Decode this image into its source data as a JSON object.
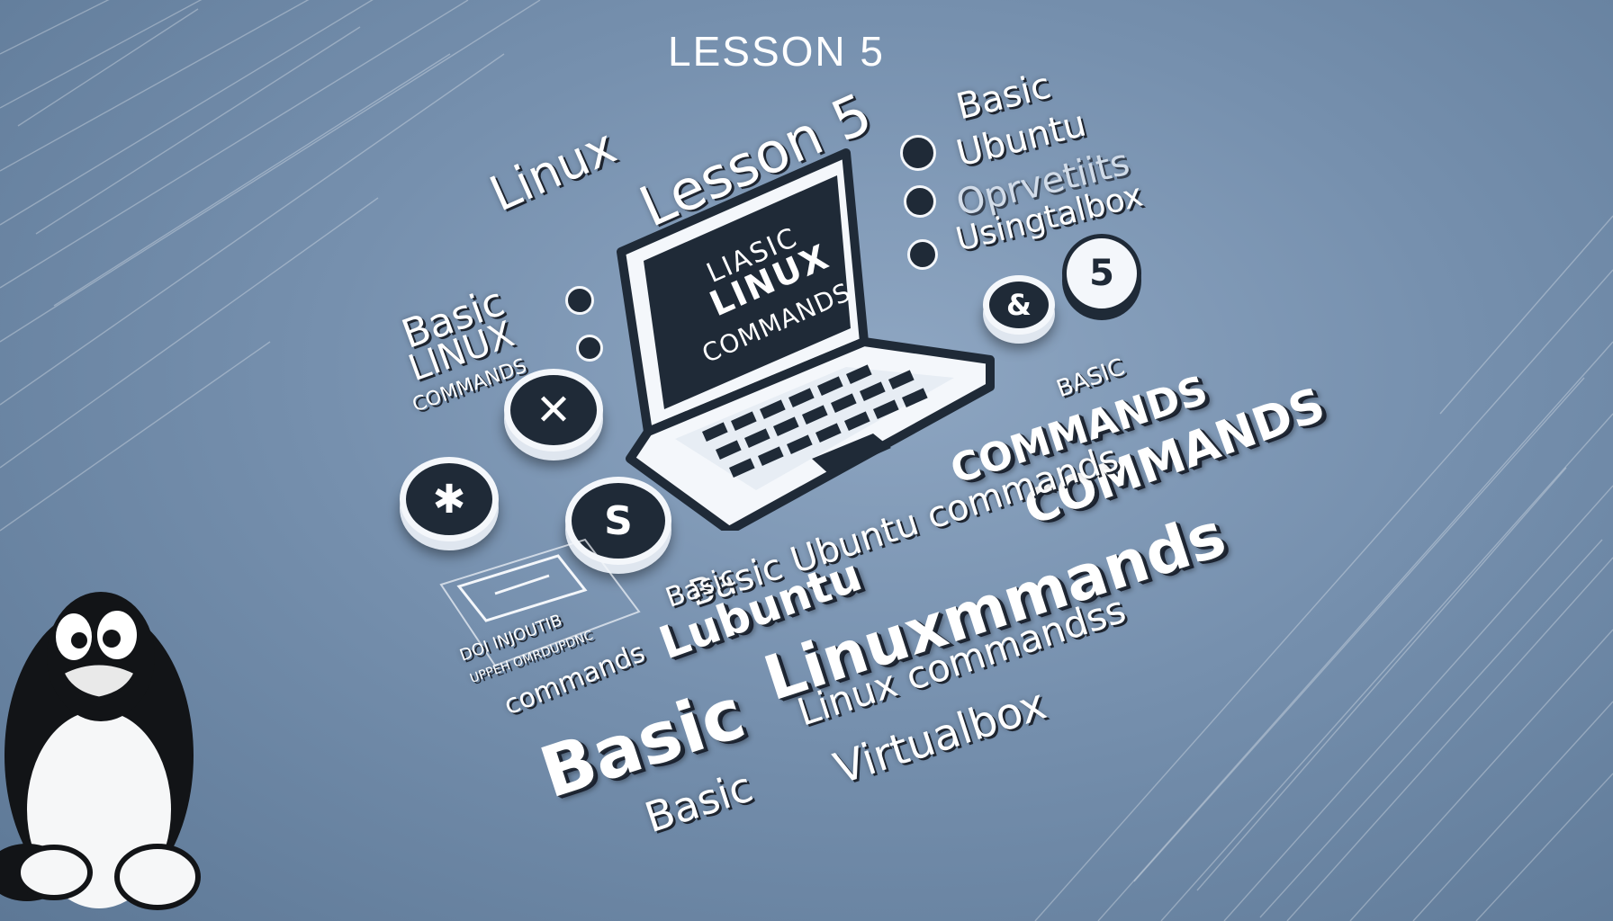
{
  "header": {
    "title": "LESSON 5"
  },
  "headline": {
    "linux": "Linux",
    "lesson": "Lesson 5"
  },
  "top_right_list": [
    "Basic",
    "Ubuntu",
    "Oprvetiits",
    "Usingtalbox"
  ],
  "badges": {
    "five": "5",
    "amp": "&",
    "x": "✕",
    "star": "✱",
    "s": "S"
  },
  "left_label": {
    "line1": "Basic",
    "line2": "LINUX",
    "line3": "COMMANDS"
  },
  "laptop_screen": {
    "line1": "LIASIC",
    "line2": "LINUX",
    "line3": "COMMANDS"
  },
  "right_texts": {
    "basic_small": "BASIC",
    "commands_a": "COMMANDS",
    "commands_b": "COMMANDS",
    "ubuntu_commands": "Basic Ubuntu commands"
  },
  "lower_texts": {
    "basic_small": "Basic",
    "lubuntu": "Lubuntu",
    "commands": "commands",
    "card_text": "DOI INJOUTIB",
    "card_text2": "UPPEH OMRDUPDNC"
  },
  "main_texts": {
    "basic_big": "Basic",
    "linuxmmands": "Linuxmmands",
    "linux_commands": "Linux commandss",
    "virtualbox": "Virtualbox",
    "basic_small": "Basic"
  }
}
